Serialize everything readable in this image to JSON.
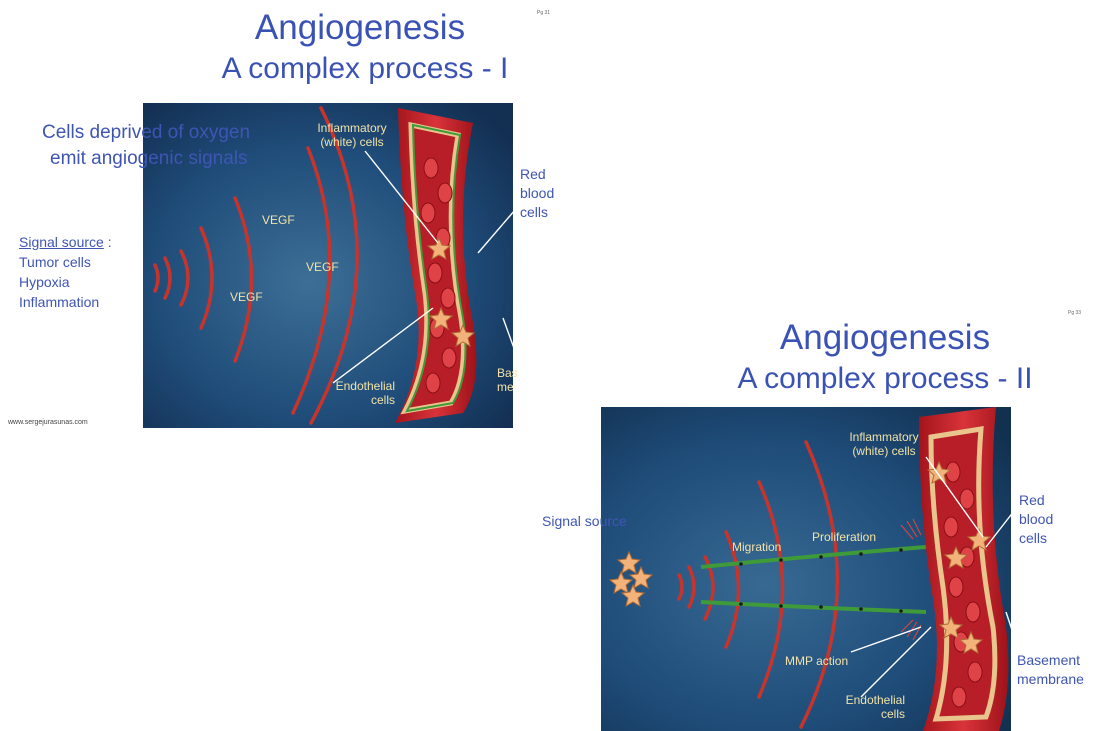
{
  "slide1": {
    "page_marker": "Pg 31",
    "title": "Angiogenesis",
    "subtitle": "A complex process - I",
    "cells_text_line1": "Cells deprived of oxygen",
    "cells_text_line2": "emit angiogenic signals",
    "signal_source_label": "Signal source",
    "signal_source_colon": " :",
    "signal_items": [
      "Tumor cells",
      "Hypoxia",
      "Inflammation"
    ],
    "watermark": "www.sergejurasunas.com",
    "labels": {
      "inflammatory_1": "Inflammatory",
      "inflammatory_2": "(white) cells",
      "red_blood": [
        "Red",
        "blood",
        "cells"
      ],
      "vegf": "VEGF",
      "endothelial_1": "Endothelial",
      "endothelial_2": "cells",
      "basement_1": "Bas",
      "basement_2": "me"
    }
  },
  "slide2": {
    "page_marker": "Pg 33",
    "title": "Angiogenesis",
    "subtitle": "A complex process - II",
    "signal_source_label": "Signal source",
    "labels": {
      "inflammatory_1": "Inflammatory",
      "inflammatory_2": "(white) cells",
      "red_blood": [
        "Red",
        "blood",
        "cells"
      ],
      "migration": "Migration",
      "proliferation": "Proliferation",
      "mmp_action": "MMP action",
      "endothelial_1": "Endothelial",
      "endothelial_2": "cells",
      "basement_1": "Basement",
      "basement_2": "membrane"
    }
  },
  "colors": {
    "title_blue": "#3b52b5",
    "slide_bg": "#1c4a78",
    "vessel_red": "#c8222a",
    "wave_red": "#c8342c",
    "label_cream": "#f2e2a8",
    "endothelium_green": "#3f9a3a"
  }
}
